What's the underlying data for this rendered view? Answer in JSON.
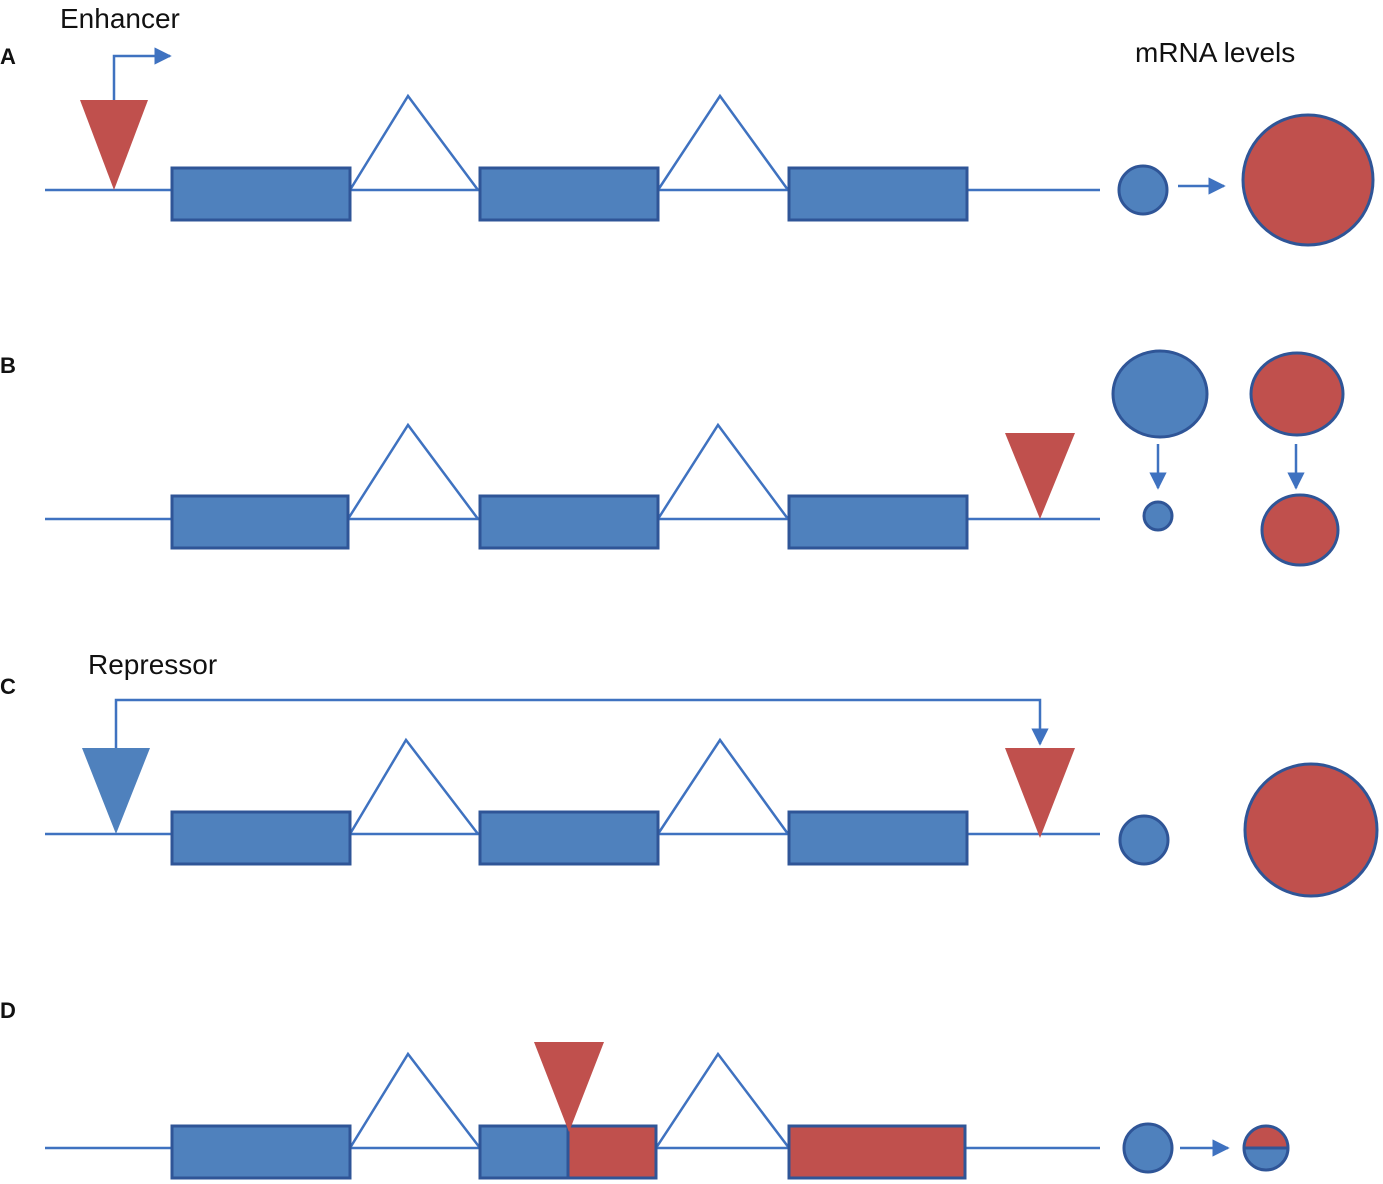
{
  "labels": {
    "enhancer": "Enhancer",
    "repressor": "Repressor",
    "mrna_levels": "mRNA levels"
  },
  "panels": [
    {
      "id": "A"
    },
    {
      "id": "B"
    },
    {
      "id": "C"
    },
    {
      "id": "D"
    }
  ],
  "colors": {
    "exon_blue": "#4f81bd",
    "exon_border": "#2f5597",
    "insert_red": "#c0504d",
    "line_blue": "#3f72c0"
  }
}
